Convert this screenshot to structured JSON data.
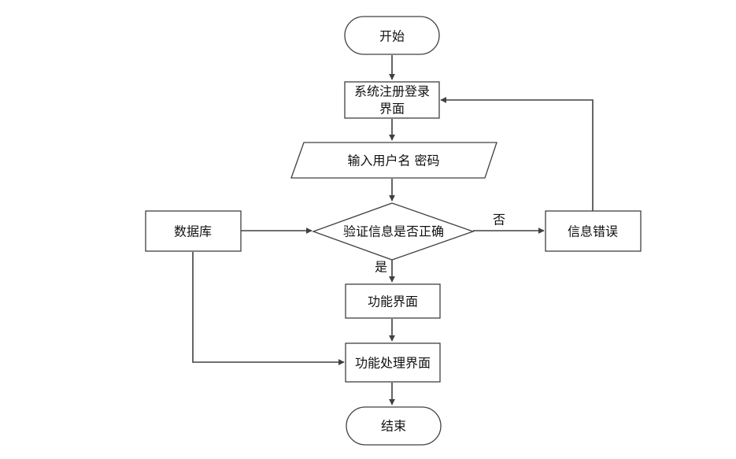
{
  "nodes": {
    "start": "开始",
    "login_line1": "系统注册登录",
    "login_line2": "界面",
    "input": "输入用户名 密码",
    "database": "数据库",
    "verify": "验证信息是否正确",
    "error": "信息错误",
    "function": "功能界面",
    "processing": "功能处理界面",
    "end": "结束"
  },
  "edge_labels": {
    "no": "否",
    "yes": "是"
  },
  "colors": {
    "stroke": "#404040",
    "fill": "#ffffff",
    "text": "#111111"
  }
}
